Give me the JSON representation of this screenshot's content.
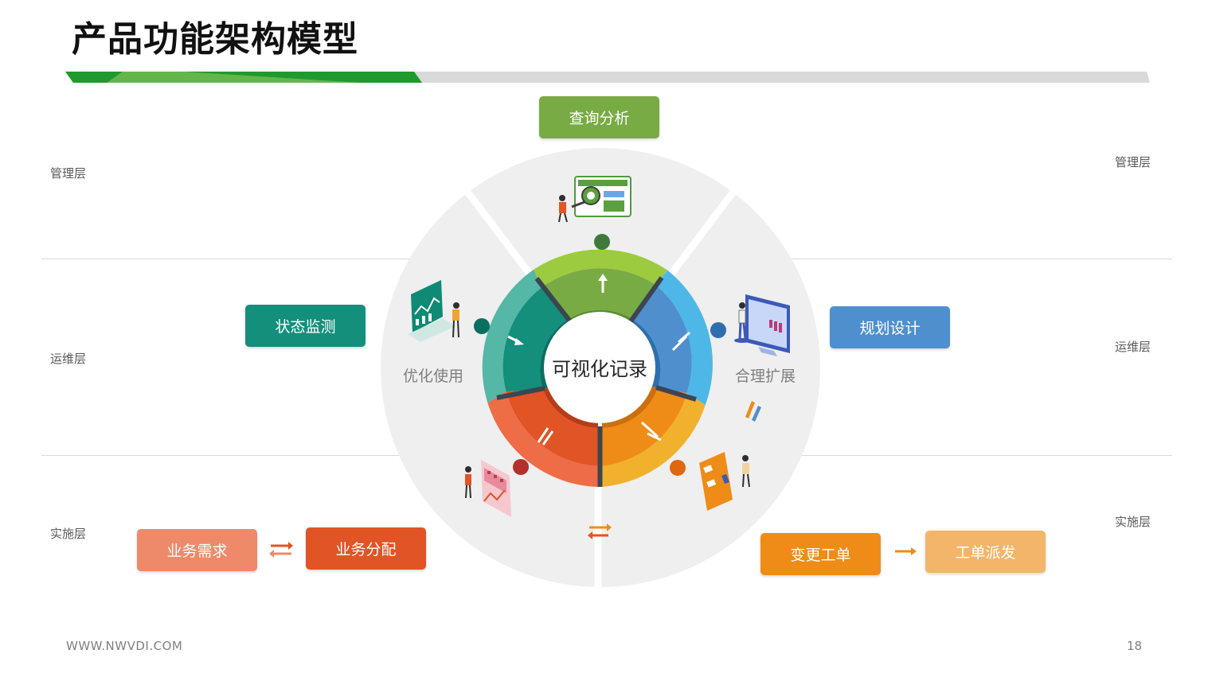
{
  "page": {
    "title": "产品功能架构模型",
    "footer_url": "WWW.NWVDI.COM",
    "page_number": "18"
  },
  "layers": {
    "left": [
      "管理层",
      "运维层",
      "实施层"
    ],
    "right": [
      "管理层",
      "运维层",
      "实施层"
    ]
  },
  "boxes": {
    "query_analysis": "查询分析",
    "status_monitoring": "状态监测",
    "planning_design": "规划设计",
    "business_demand": "业务需求",
    "business_allocation": "业务分配",
    "change_ticket": "变更工单",
    "ticket_dispatch": "工单派发"
  },
  "ring": {
    "center": "可视化记录",
    "left_label": "优化使用",
    "right_label": "合理扩展"
  },
  "colors": {
    "green": "#78ab44",
    "teal": "#138f7c",
    "blue": "#4f8fce",
    "orange": "#ef8c17",
    "red": "#e15425",
    "salmon": "#ee8a6a",
    "light_orange": "#f3b56a",
    "dark_separator": "#3d4551",
    "circle_bg": "#efefef"
  }
}
